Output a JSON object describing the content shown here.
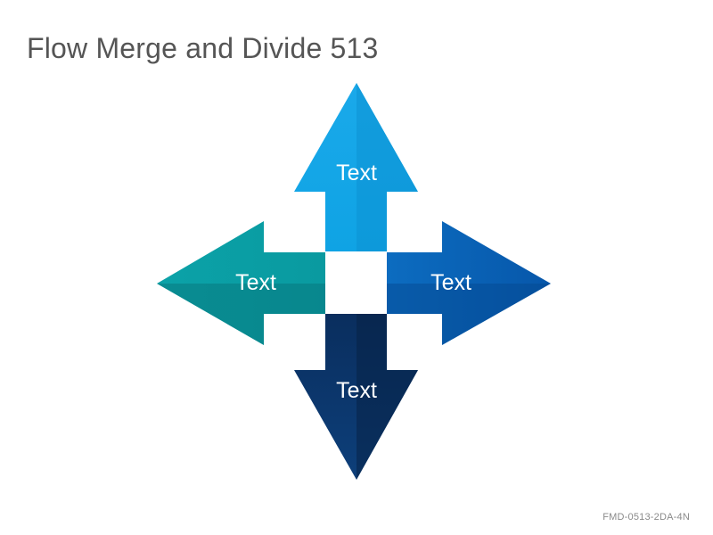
{
  "slide": {
    "title": "Flow Merge and Divide 513",
    "code": "FMD-0513-2DA-4N"
  },
  "arrows": {
    "up": {
      "label": "Text",
      "color": "#13a6e7",
      "shade": "#0b8fcf"
    },
    "right": {
      "label": "Text",
      "color": "#0a63b6",
      "shade": "#0551a0"
    },
    "down": {
      "label": "Text",
      "color": "#0c3a72",
      "shade": "#082a57"
    },
    "left": {
      "label": "Text",
      "color": "#0b9aa2",
      "shade": "#087f89"
    }
  }
}
